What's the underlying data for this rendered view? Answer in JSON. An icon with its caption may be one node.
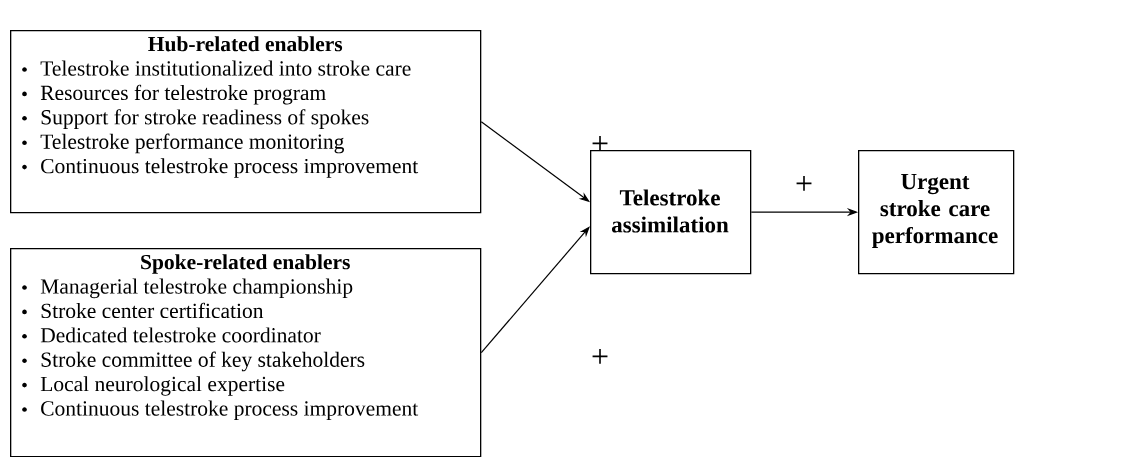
{
  "diagram": {
    "nodes": [
      {
        "text": [
          "Hub-related enablers",
          "Telestroke institutionalized into stroke care",
          "Resources for telestroke program",
          "Support for stroke readiness of spokes",
          "Telestroke performance monitoring",
          "Continuous telestroke process improvement"
        ]
      },
      {
        "text": [
          "Spoke-related enablers",
          "Managerial telestroke championship",
          "Stroke center certification",
          "Dedicated telestroke coordinator",
          "Stroke committee of key stakeholders",
          "Local neurological expertise",
          "Continuous telestroke process improvement"
        ]
      },
      {
        "text": [
          "Telestroke assimilation"
        ]
      },
      {
        "text": [
          "Urgent stroke care performance"
        ]
      }
    ],
    "edges": [
      {
        "from": 0,
        "to": 2,
        "arrow": "to",
        "label": "+"
      },
      {
        "from": 1,
        "to": 2,
        "arrow": "to",
        "label": "+"
      },
      {
        "from": 2,
        "to": 3,
        "arrow": "to",
        "label": "+"
      }
    ]
  }
}
